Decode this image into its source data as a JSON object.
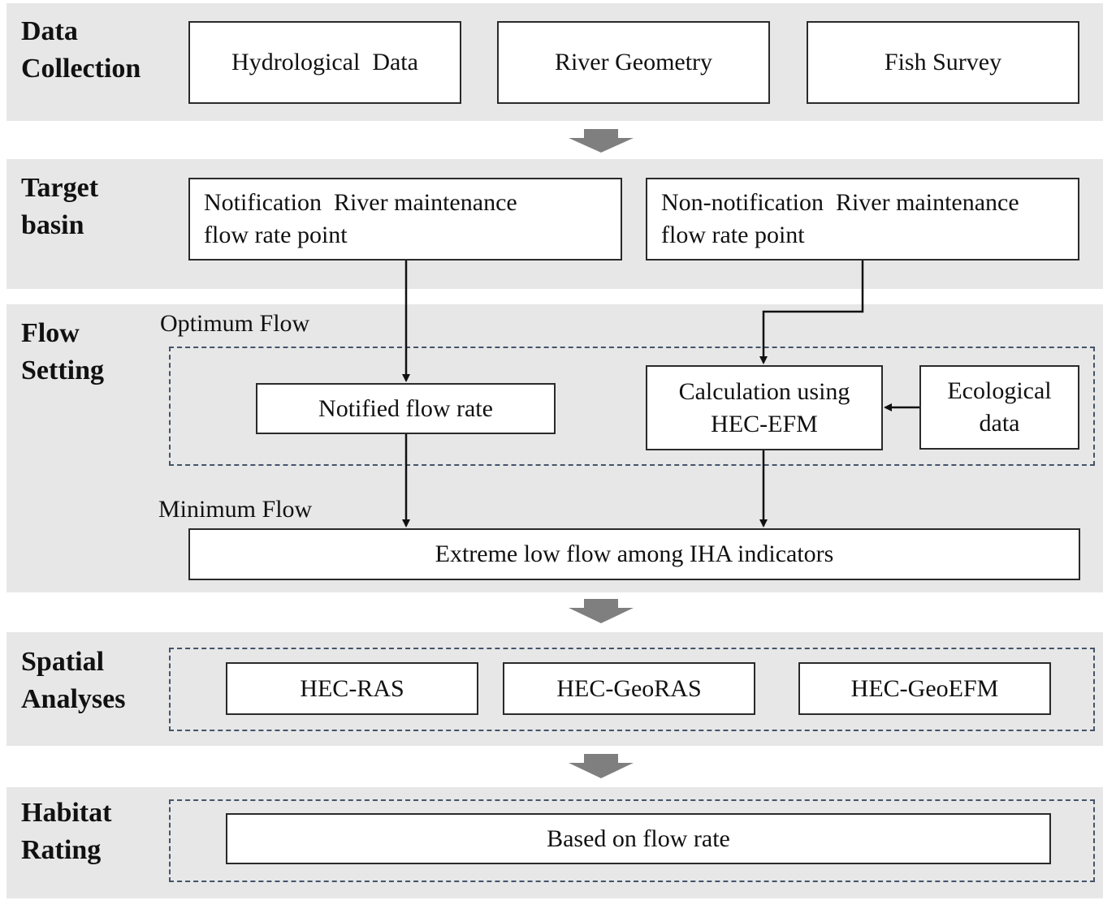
{
  "stages": {
    "data_collection": "Data\nCollection",
    "target_basin": "Target\nbasin",
    "flow_setting": "Flow\nSetting",
    "spatial_analyses": "Spatial\nAnalyses",
    "habitat_rating": "Habitat\nRating"
  },
  "data_collection": {
    "hydrological": "Hydrological  Data",
    "river_geometry": "River Geometry",
    "fish_survey": "Fish Survey"
  },
  "target_basin": {
    "notification": "Notification  River maintenance\nflow rate point",
    "non_notification": "Non-notification  River maintenance\nflow rate point"
  },
  "flow_setting": {
    "optimum_label": "Optimum Flow",
    "minimum_label": "Minimum Flow",
    "notified": "Notified flow rate",
    "calculation": "Calculation using\nHEC-EFM",
    "ecological": "Ecological\ndata",
    "extreme_low": "Extreme low flow among IHA indicators"
  },
  "spatial_analyses": {
    "hec_ras": "HEC-RAS",
    "hec_georas": "HEC-GeoRAS",
    "hec_geoefm": "HEC-GeoEFM"
  },
  "habitat_rating": {
    "based_on": "Based on flow rate"
  },
  "colors": {
    "band": "#e7e7e7",
    "box_border": "#2a2a2a",
    "dashed_border": "#44546a",
    "block_arrow": "#7f7f7f"
  }
}
